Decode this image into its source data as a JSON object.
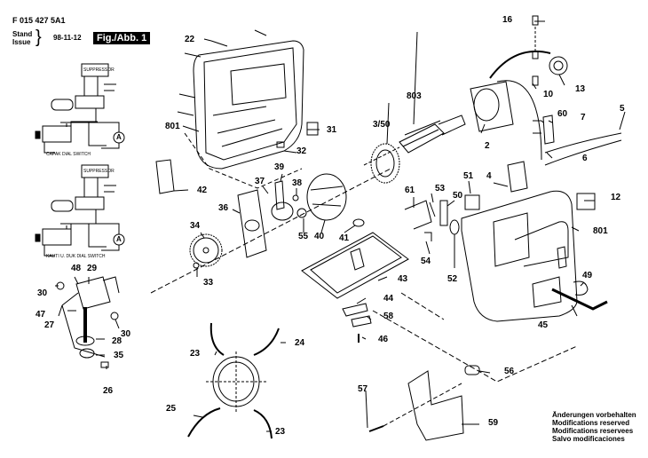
{
  "header": {
    "part_code": "F 015 427 5A1",
    "stand_label": "Stand",
    "issue_label": "Issue",
    "date": "98-11-12",
    "figure_label": "Fig./Abb. 1"
  },
  "notes": [
    "Änderungen vorbehalten",
    "Modifications reserved",
    "Modifications reservees",
    "Salvo modificaciones"
  ],
  "circuits": [
    {
      "box_label": "SUPPRESSOR",
      "caption": "CAPAK DIAL SWITCH",
      "meter": "A"
    },
    {
      "box_label": "SUPPRESSOR",
      "caption": "KAUTI U. DUK DIAL SWITCH",
      "meter": "A"
    }
  ],
  "part_labels": {
    "p22": "22",
    "p801a": "801",
    "p31": "31",
    "p32": "32",
    "p42": "42",
    "p39": "39",
    "p37": "37",
    "p38": "38",
    "p36": "36",
    "p34": "34",
    "p55": "55",
    "p40": "40",
    "p41": "41",
    "p33": "33",
    "p43": "43",
    "p803": "803",
    "p350": "3/50",
    "p2": "2",
    "p16": "16",
    "p10": "10",
    "p13": "13",
    "p60": "60",
    "p7": "7",
    "p5": "5",
    "p6": "6",
    "p51": "51",
    "p4": "4",
    "p61": "61",
    "p53": "53",
    "p50": "50",
    "p54": "54",
    "p52": "52",
    "p12": "12",
    "p801b": "801",
    "p49": "49",
    "p45": "45",
    "p48": "48",
    "p29": "29",
    "p30a": "30",
    "p47": "47",
    "p27": "27",
    "p30b": "30",
    "p28": "28",
    "p35": "35",
    "p26": "26",
    "p44": "44",
    "p58": "58",
    "p46": "46",
    "p23a": "23",
    "p24": "24",
    "p25": "25",
    "p23b": "23",
    "p56": "56",
    "p57": "57",
    "p59": "59"
  }
}
